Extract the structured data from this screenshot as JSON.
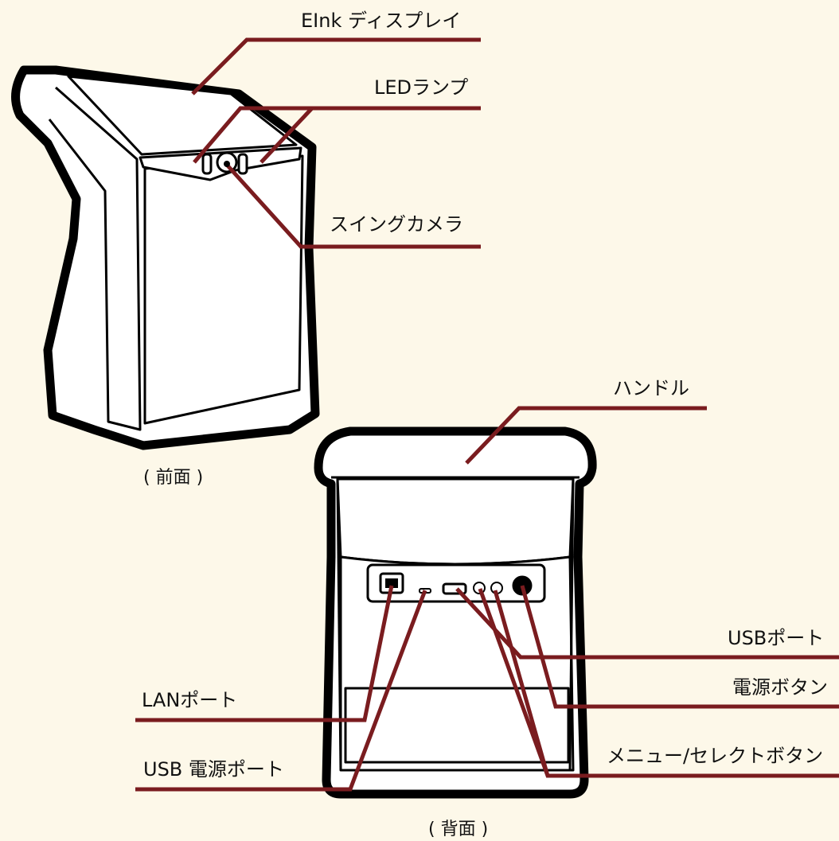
{
  "labels": {
    "eink_display": "EInk ディスプレイ",
    "led_lamp": "LEDランプ",
    "swing_camera": "スイングカメラ",
    "handle": "ハンドル",
    "usb_port": "USBポート",
    "power_button": "電源ボタン",
    "lan_port": "LANポート",
    "menu_select_button": "メニュー/セレクトボタン",
    "usb_power_port": "USB 電源ポート"
  },
  "captions": {
    "front": "( 前面 )",
    "back": "( 背面 )"
  },
  "colors": {
    "background": "#fdf8e9",
    "leader_line": "#7a1c1f",
    "outline": "#000000",
    "device_fill": "#ffffff"
  }
}
